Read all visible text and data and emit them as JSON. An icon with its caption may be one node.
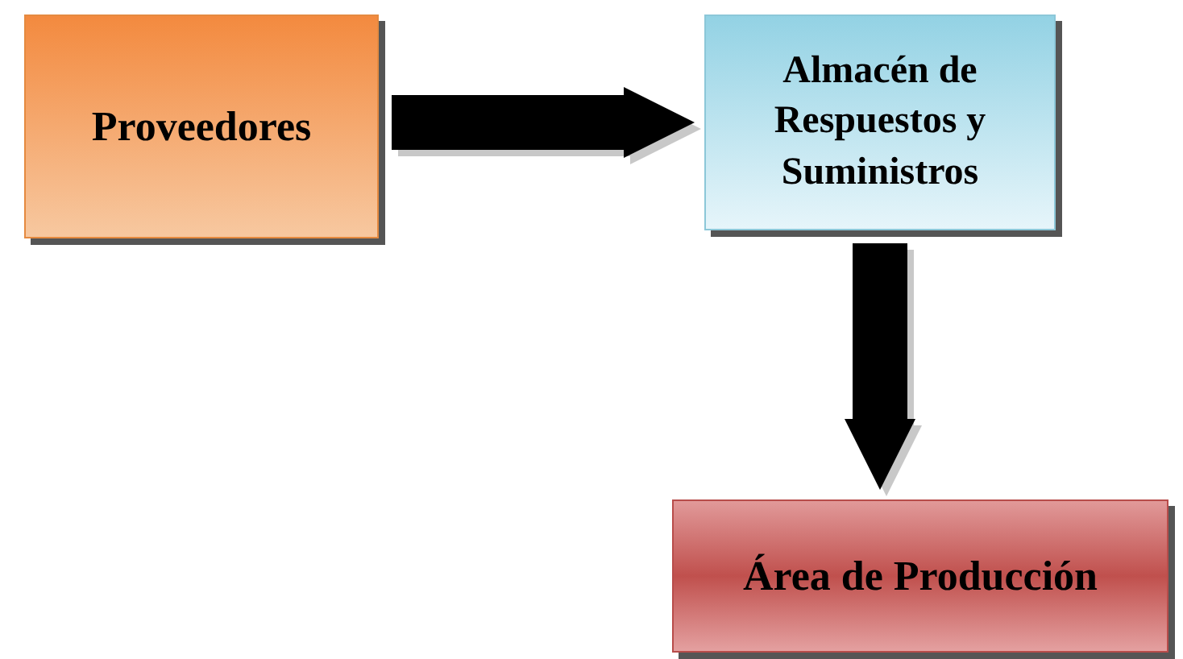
{
  "diagram": {
    "nodes": [
      {
        "text": [
          "Proveedores"
        ]
      },
      {
        "text": [
          "Almacén de Respuestos y Suministros"
        ]
      },
      {
        "text": [
          "Área de Producción"
        ]
      }
    ],
    "edges": [
      {
        "from": 0,
        "to": 1,
        "arrow": "to"
      },
      {
        "from": 1,
        "to": 2,
        "arrow": "to"
      }
    ]
  }
}
